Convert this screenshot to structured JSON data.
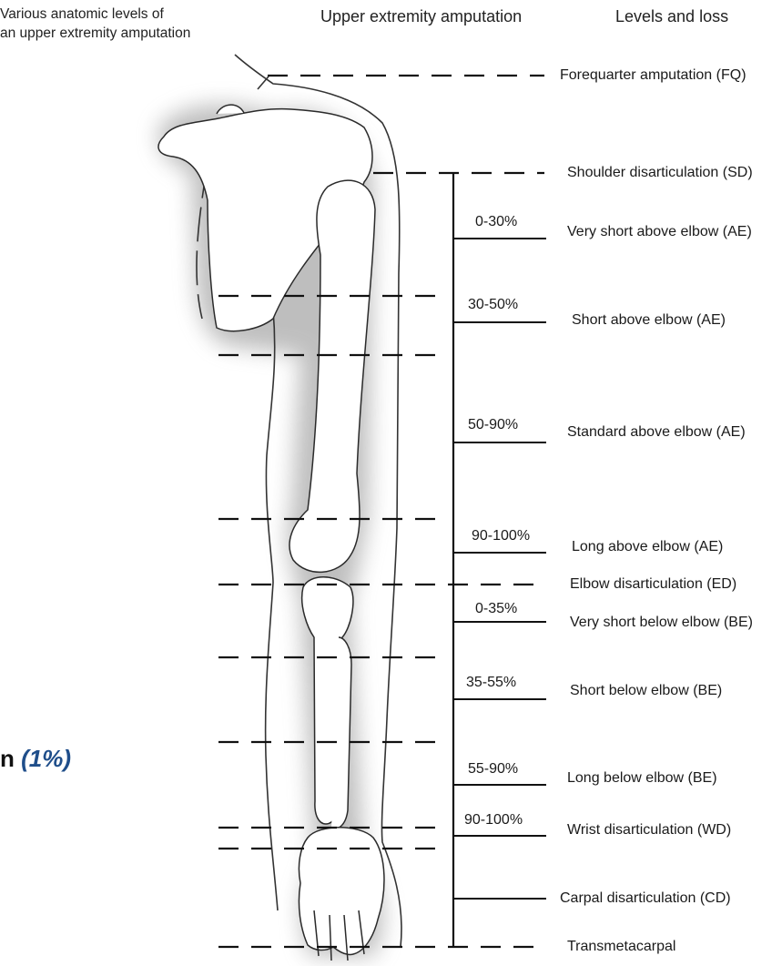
{
  "header": {
    "left_line1": "Various  anatomic levels of",
    "left_line2": "an upper extremity amputation",
    "center": "Upper extremity amputation",
    "right": "Levels and loss"
  },
  "levels": [
    "Forequarter amputation (FQ)",
    "Shoulder disarticulation (SD)",
    "Very short above elbow (AE)",
    "Short above elbow (AE)",
    "Standard above elbow (AE)",
    "Long above elbow (AE)",
    "Elbow disarticulation (ED)",
    "Very short below elbow (BE)",
    "Short below elbow (BE)",
    "Long below elbow (BE)",
    "Wrist disarticulation (WD)",
    "Carpal disarticulation (CD)",
    "Transmetacarpal"
  ],
  "percentages": [
    "0-30%",
    "30-50%",
    "50-90%",
    "90-100%",
    "0-35%",
    "35-55%",
    "55-90%",
    "90-100%"
  ],
  "side_note": {
    "prefix": "n",
    "percent": "(1%)"
  }
}
